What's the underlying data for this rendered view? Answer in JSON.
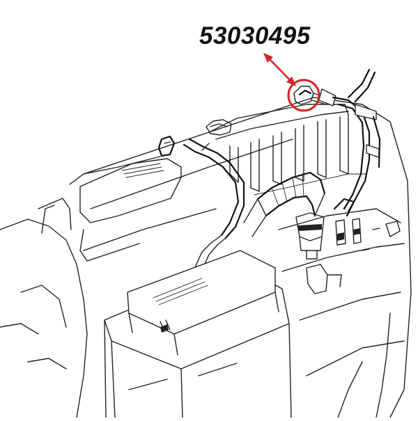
{
  "callout": {
    "part_number": "53030495",
    "highlight_color": "#d62424",
    "label_color": "#111111"
  },
  "drawing": {
    "style": "black line art on white background",
    "highlighted_component": "elbow-fitting"
  }
}
